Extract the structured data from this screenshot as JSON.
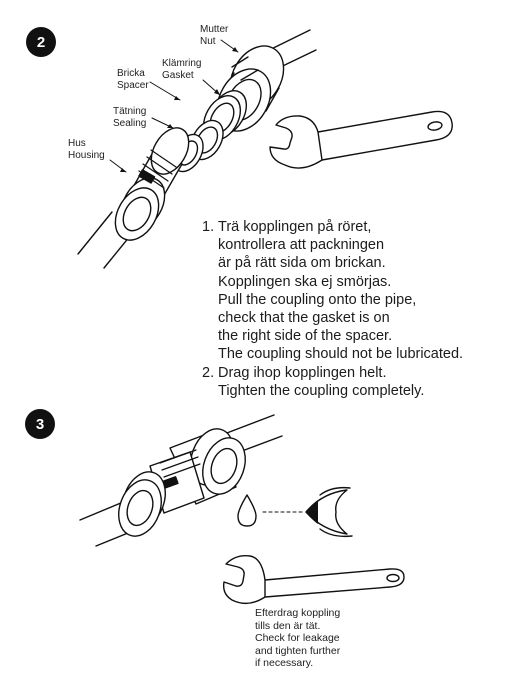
{
  "steps": [
    {
      "number": "2"
    },
    {
      "number": "3"
    }
  ],
  "part_labels": {
    "nut": [
      "Mutter",
      "Nut"
    ],
    "gasket": [
      "Klämring",
      "Gasket"
    ],
    "spacer": [
      "Bricka",
      "Spacer"
    ],
    "sealing": [
      "Tätning",
      "Sealing"
    ],
    "housing": [
      "Hus",
      "Housing"
    ]
  },
  "instructions": [
    {
      "number": "1.",
      "lines": [
        "Trä kopplingen på röret,",
        "kontrollera att packningen",
        "är på rätt sida om brickan.",
        "Kopplingen ska ej smörjas.",
        "Pull the coupling onto the pipe,",
        "check that the gasket is on",
        "the right side of the spacer.",
        "The coupling should not be lubricated."
      ]
    },
    {
      "number": "2.",
      "lines": [
        "Drag ihop kopplingen helt.",
        "Tighten the coupling completely."
      ]
    }
  ],
  "leak_note": [
    "Efterdrag koppling",
    "tills den är tät.",
    "Check for leakage",
    "and tighten further",
    "if necessary."
  ],
  "icons": [
    "wrench-icon",
    "water-drop-icon",
    "eye-icon",
    "pipe-coupling"
  ]
}
